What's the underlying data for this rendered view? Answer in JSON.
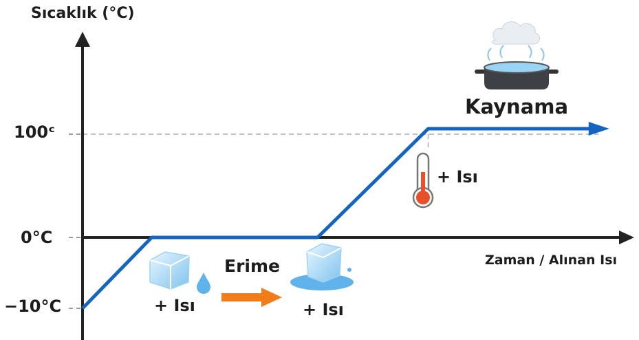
{
  "chart_data": {
    "type": "line",
    "title": "",
    "ylabel": "Sıcaklık (°C)",
    "xlabel": "Zaman / Alınan Isı",
    "y_ticks": [
      {
        "value": 100,
        "label": "100ᶜ"
      },
      {
        "value": 0,
        "label": "0°C"
      },
      {
        "value": -10,
        "label": "−10°C"
      }
    ],
    "series": [
      {
        "name": "heating-curve",
        "color": "#1565c0",
        "points": [
          [
            0,
            -10
          ],
          [
            1,
            0
          ],
          [
            3.4,
            0
          ],
          [
            5,
            100
          ],
          [
            7.5,
            100
          ]
        ]
      }
    ]
  },
  "annotations": {
    "boiling": "Kaynama",
    "melting": "Erime",
    "heat_ice": "+ Isı",
    "heat_melt": "+ Isı",
    "heat_water": "+ Isı"
  },
  "colors": {
    "line": "#1565c0",
    "axis": "#222222",
    "arrow": "#f07d1a",
    "thermo": "#e8502a"
  }
}
